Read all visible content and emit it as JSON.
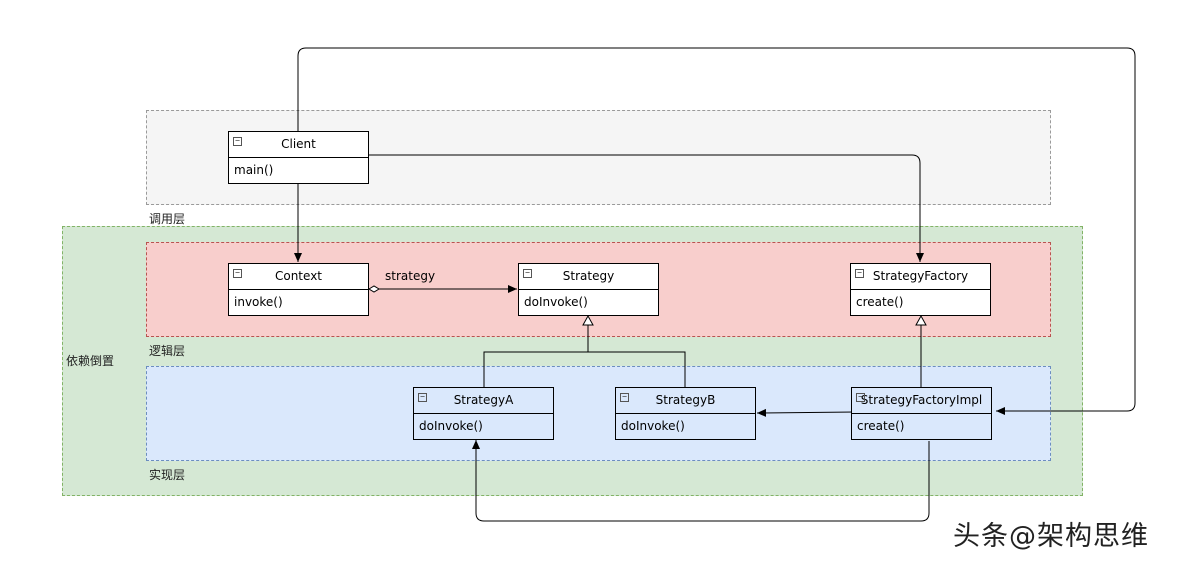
{
  "layers": {
    "call": "调用层",
    "logic": "逻辑层",
    "impl": "实现层",
    "di": "依赖倒置"
  },
  "classes": {
    "client": {
      "name": "Client",
      "member": "main()"
    },
    "context": {
      "name": "Context",
      "member": "invoke()"
    },
    "strategy": {
      "name": "Strategy",
      "member": "doInvoke()"
    },
    "strategy_factory": {
      "name": "StrategyFactory",
      "member": "create()"
    },
    "strategy_a": {
      "name": "StrategyA",
      "member": "doInvoke()"
    },
    "strategy_b": {
      "name": "StrategyB",
      "member": "doInvoke()"
    },
    "strategy_factory_impl": {
      "name": "StrategyFactoryImpl",
      "member": "create()"
    }
  },
  "edges": {
    "strategy_label": "strategy"
  },
  "collapse_glyph": "−",
  "watermark": "头条@架构思维"
}
